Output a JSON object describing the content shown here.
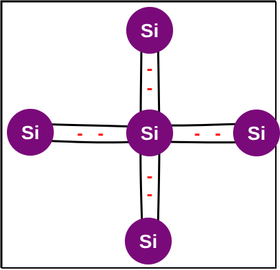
{
  "colors": {
    "atom_fill": "#7a0a7a",
    "atom_label": "#ffffff",
    "electron": "#ff1010",
    "bond_outline": "#000000",
    "frame": "#000000"
  },
  "atoms": {
    "center": "Si",
    "top": "Si",
    "bottom": "Si",
    "left": "Si",
    "right": "Si"
  },
  "electrons": {
    "top": [
      "-",
      "-"
    ],
    "bottom": [
      "-",
      "-"
    ],
    "left": [
      "-",
      "-"
    ],
    "right": [
      "-",
      "-"
    ]
  }
}
